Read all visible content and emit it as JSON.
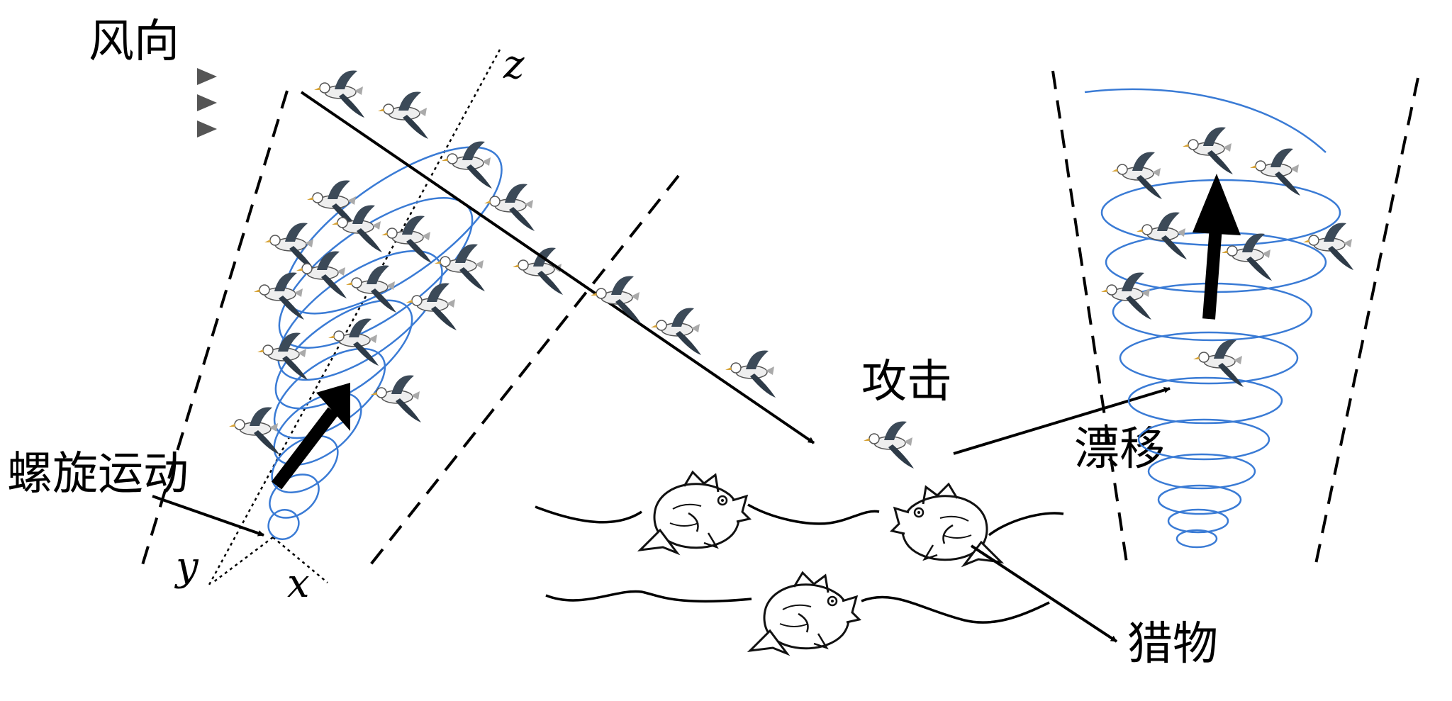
{
  "labels": {
    "wind_direction": "风向",
    "spiral_motion": "螺旋运动",
    "attack": "攻击",
    "drift": "漂移",
    "prey": "猎物",
    "axis_z": "z",
    "axis_y": "y",
    "axis_x": "x"
  },
  "colors": {
    "spiral": "#3a7bd5",
    "ink": "#000000",
    "bird_body": "#eeeeee",
    "bird_wing": "#3c4a58"
  },
  "icons": {
    "bird": "seagull-icon",
    "fish": "fish-icon"
  }
}
